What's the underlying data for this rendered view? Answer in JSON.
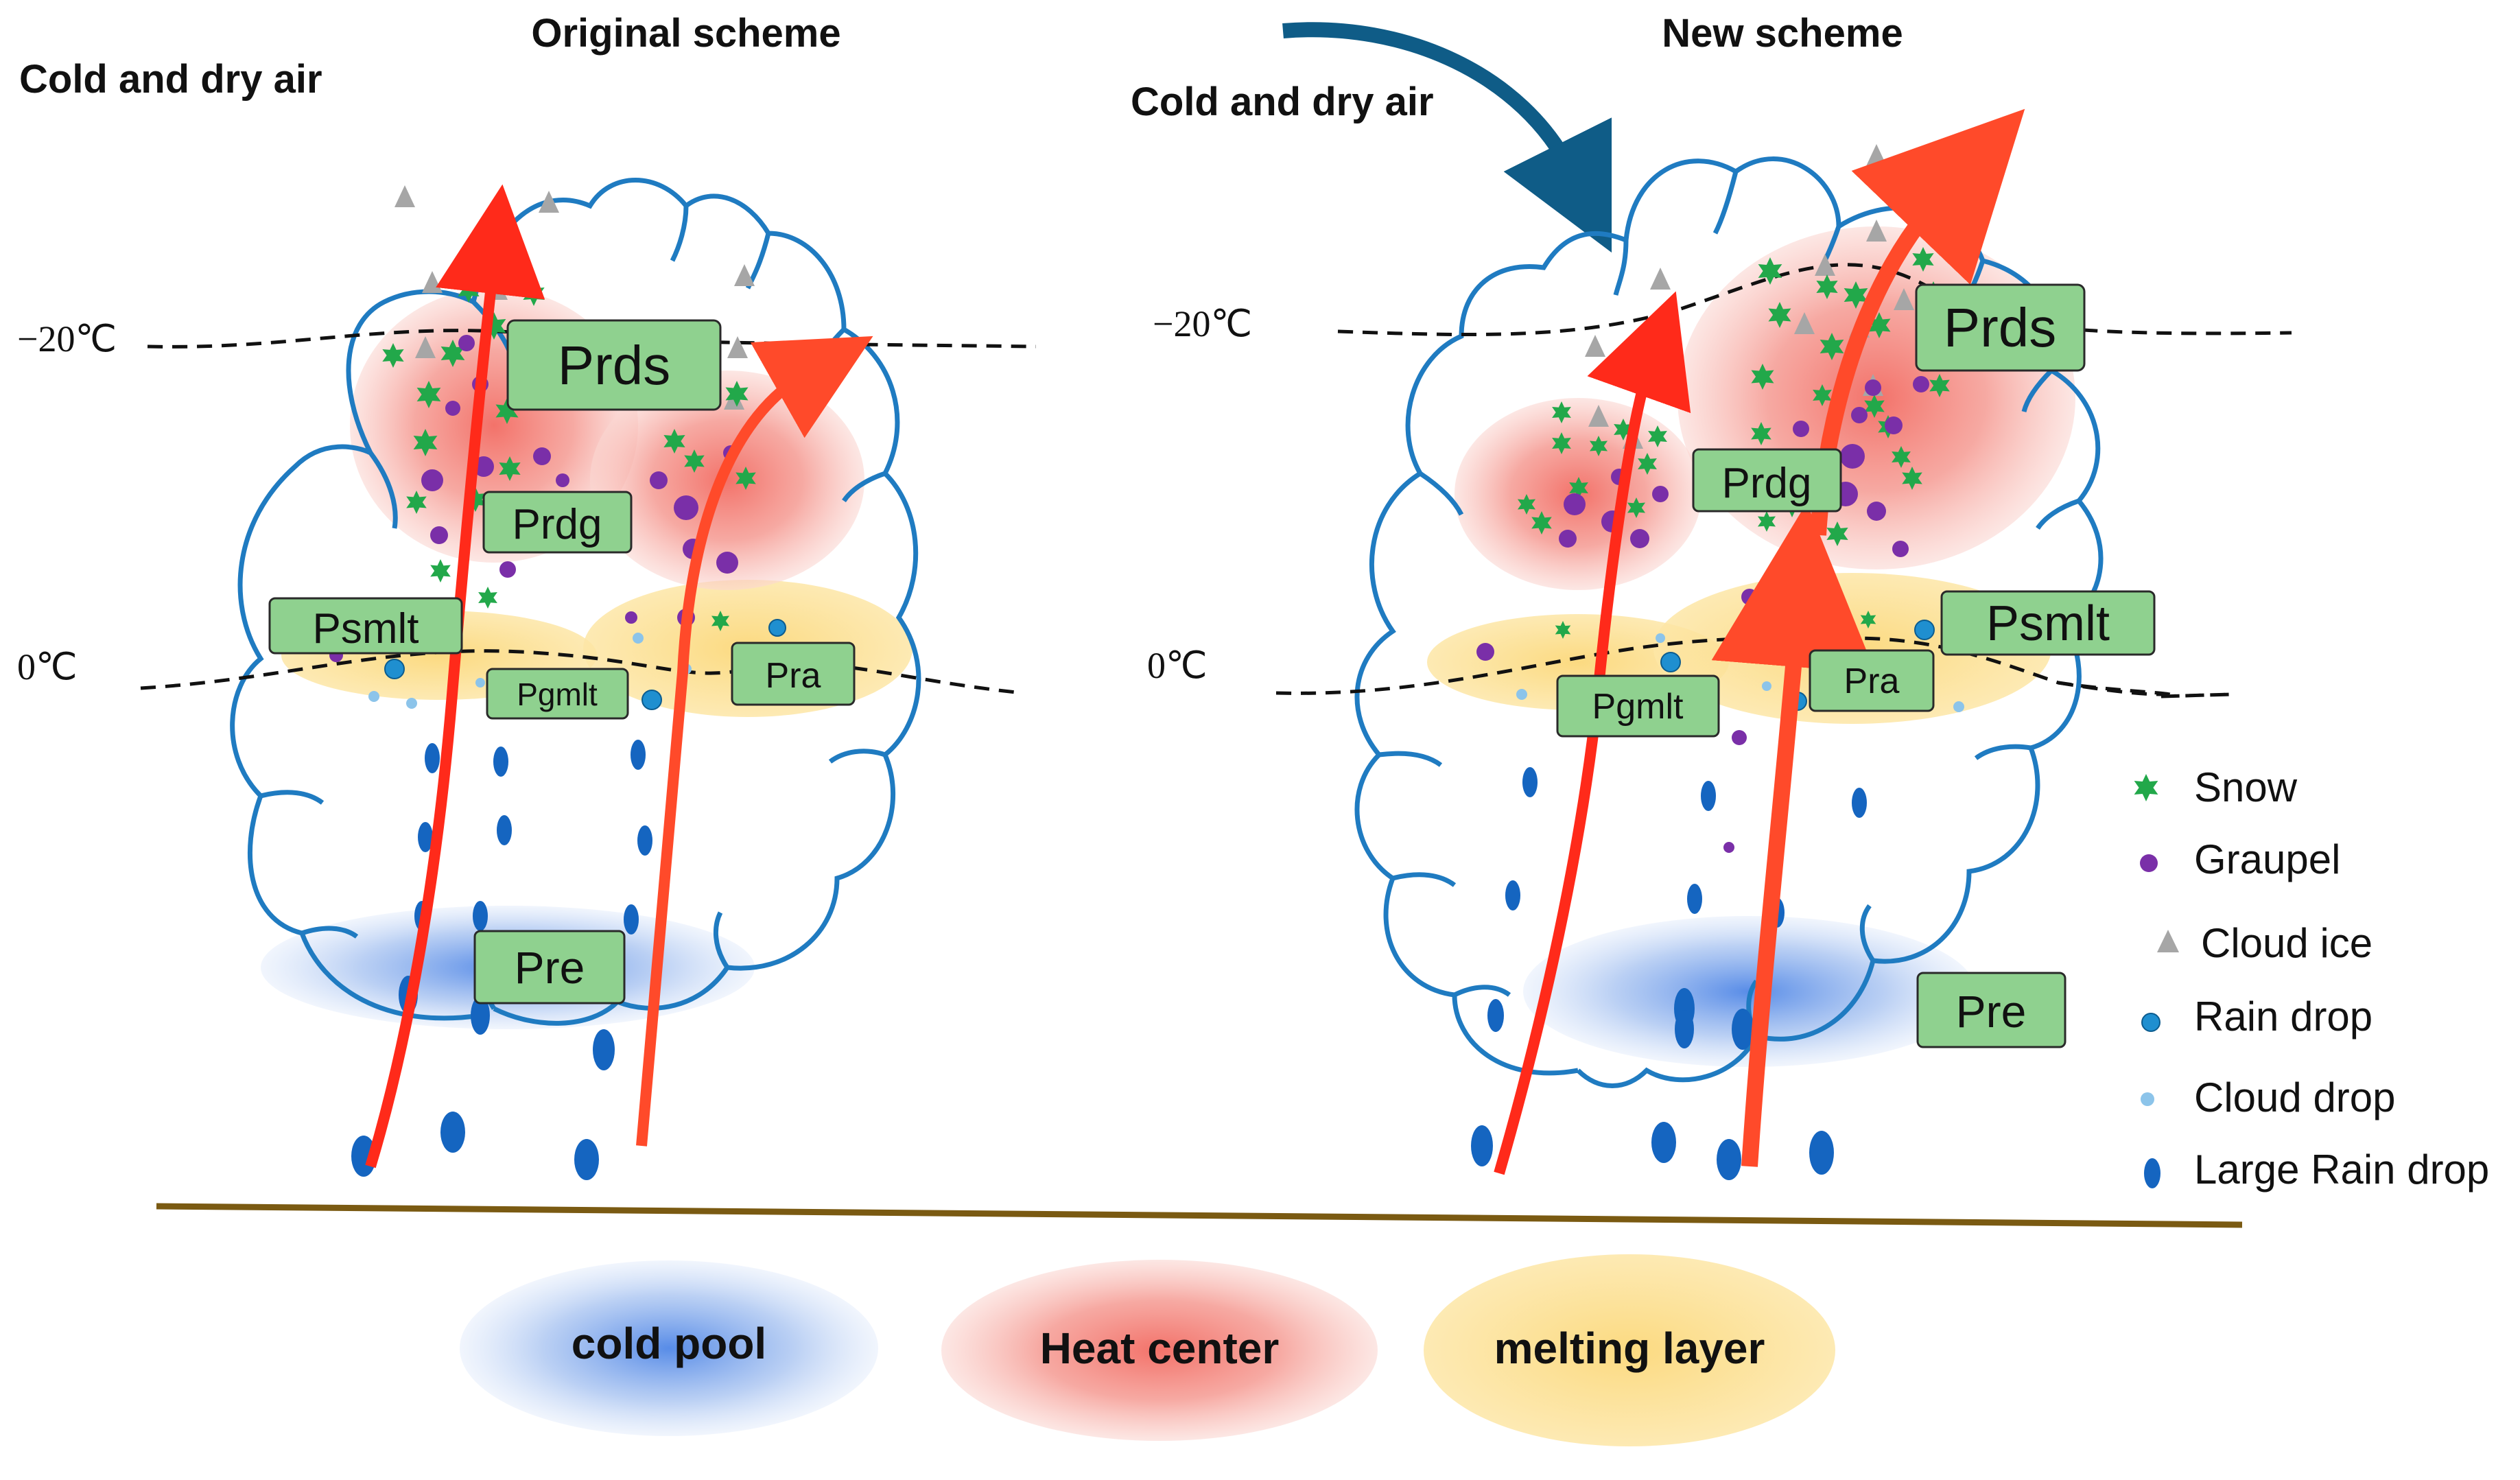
{
  "panels": {
    "left": {
      "title": "Original scheme",
      "cold_air_label": "Cold and dry air",
      "temp_upper": "−20℃",
      "temp_lower": "0℃",
      "processes": {
        "prds": "Prds",
        "prdg": "Prdg",
        "psmlt": "Psmlt",
        "pgmlt": "Pgmlt",
        "pra": "Pra",
        "pre": "Pre"
      }
    },
    "right": {
      "title": "New scheme",
      "cold_air_label": "Cold and dry air",
      "temp_upper": "−20℃",
      "temp_lower": "0℃",
      "processes": {
        "prds": "Prds",
        "prdg": "Prdg",
        "psmlt": "Psmlt",
        "pgmlt": "Pgmlt",
        "pra": "Pra",
        "pre": "Pre"
      }
    }
  },
  "legend": {
    "items": [
      {
        "label": "Snow",
        "icon": "snow-star-icon",
        "color": "#22a84a"
      },
      {
        "label": "Graupel",
        "icon": "graupel-dot-icon",
        "color": "#7a2fa8"
      },
      {
        "label": "Cloud ice",
        "icon": "cloud-ice-triangle-icon",
        "color": "#a6a6a6"
      },
      {
        "label": "Rain drop",
        "icon": "rain-drop-icon",
        "color": "#1f8fd0"
      },
      {
        "label": "Cloud drop",
        "icon": "cloud-drop-icon",
        "color": "#8cc4ea"
      },
      {
        "label": "Large Rain drop",
        "icon": "large-rain-drop-icon",
        "color": "#1565c0"
      }
    ]
  },
  "bottom_legend": {
    "cold_pool": "cold pool",
    "heat_center": "Heat center",
    "melting_layer": "melting layer"
  },
  "colors": {
    "cloud_outline": "#1f7bc1",
    "updraft": "#ff2a1a",
    "process_box_fill": "#8fd18f",
    "ground": "#7a5a12",
    "cold_air_arrow": "#0f5c87"
  }
}
